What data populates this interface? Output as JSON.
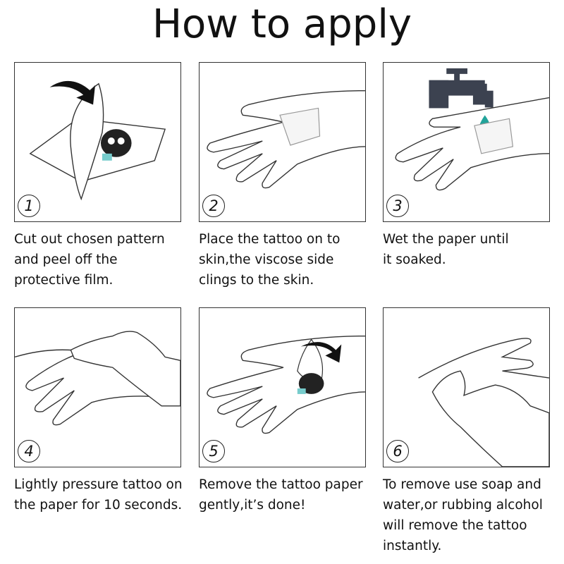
{
  "title": "How to apply",
  "colors": {
    "water": "#22a39a",
    "faucet": "#3c4250",
    "line": "#333333"
  },
  "steps": [
    {
      "number": "1",
      "lines": [
        "Cut out chosen pattern",
        "and peel off the",
        "protective film."
      ]
    },
    {
      "number": "2",
      "lines": [
        "Place the tattoo on to",
        "skin,the viscose side",
        "clings to the skin."
      ]
    },
    {
      "number": "3",
      "lines": [
        "Wet the paper until",
        "it soaked."
      ]
    },
    {
      "number": "4",
      "lines": [
        "Lightly pressure tattoo on",
        "the paper for 10 seconds."
      ]
    },
    {
      "number": "5",
      "lines": [
        "Remove the tattoo paper",
        "gently,it’s done!"
      ]
    },
    {
      "number": "6",
      "lines": [
        "To remove use soap and",
        "water,or rubbing alcohol",
        "will remove the tattoo",
        "instantly."
      ]
    }
  ]
}
